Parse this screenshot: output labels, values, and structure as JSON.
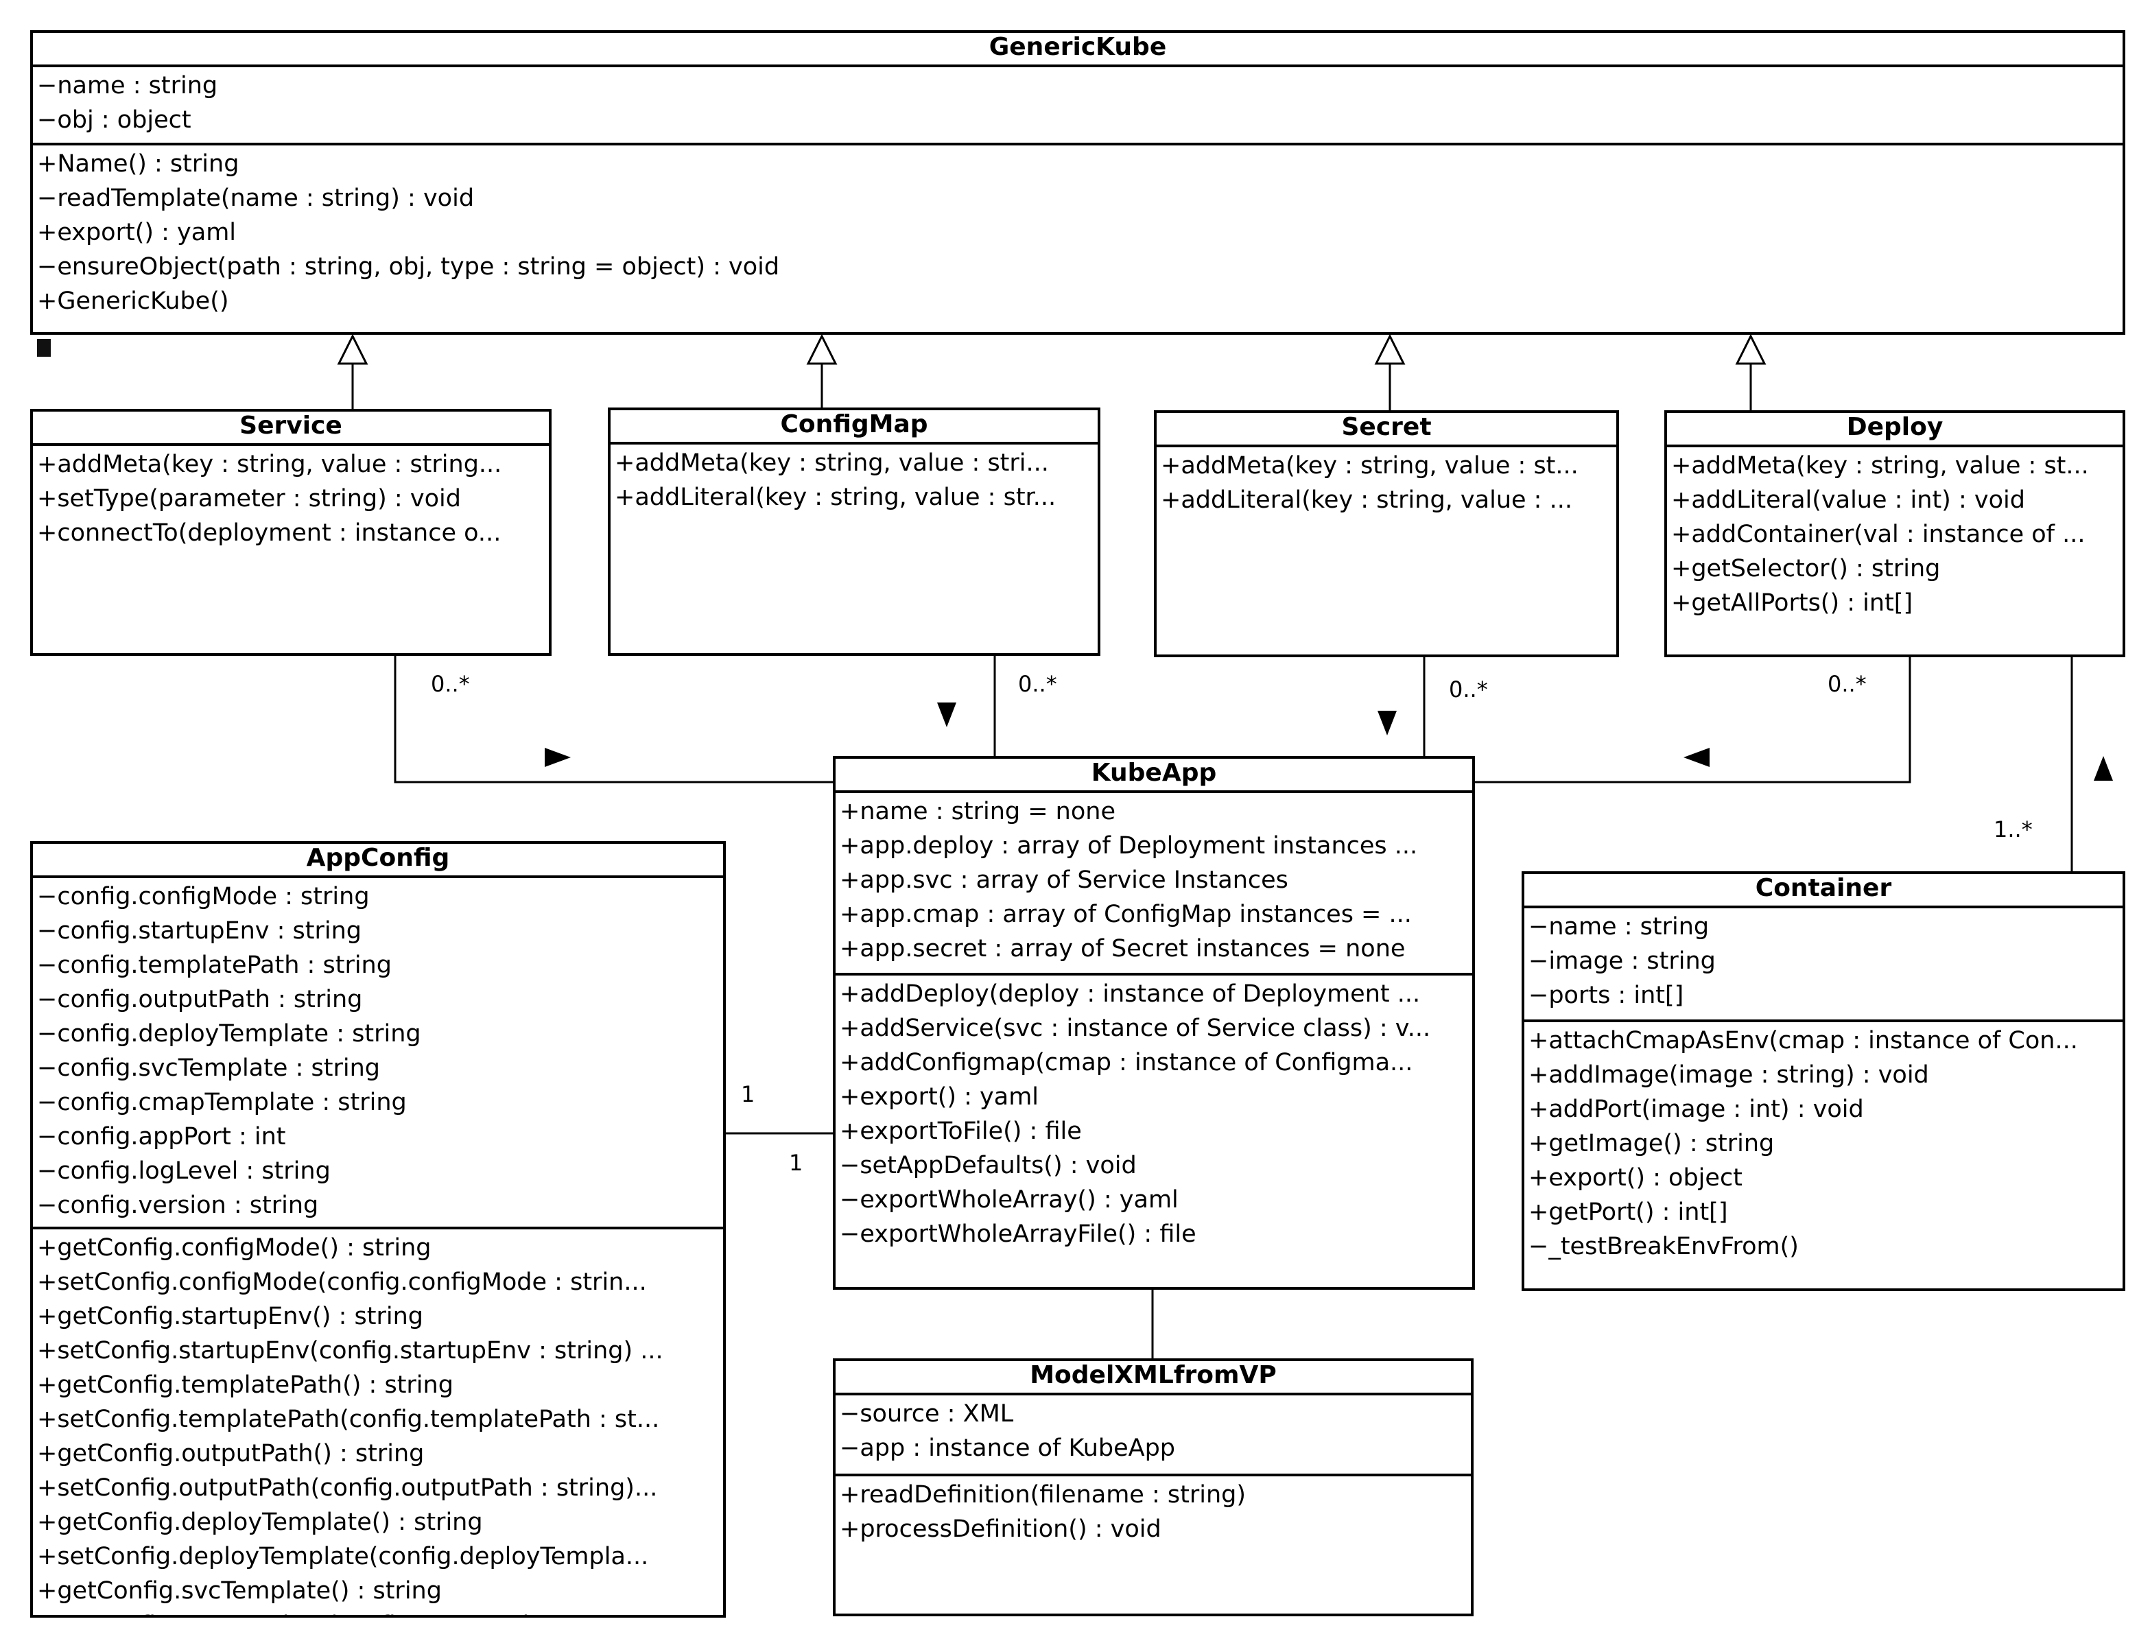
{
  "classes": [
    {
      "id": "generickube",
      "name": "GenericKube",
      "attributes": [
        "−name : string",
        "−obj : object"
      ],
      "operations": [
        "+Name() : string",
        "−readTemplate(name : string) : void",
        "+export() : yaml",
        "−ensureObject(path : string, obj, type : string = object) : void",
        "+GenericKube()"
      ]
    },
    {
      "id": "service",
      "name": "Service",
      "attributes": [],
      "operations": [
        "+addMeta(key : string, value : string...",
        "+setType(parameter : string) : void",
        "+connectTo(deployment : instance o..."
      ]
    },
    {
      "id": "configmap",
      "name": "ConfigMap",
      "attributes": [],
      "operations": [
        "+addMeta(key : string, value : stri...",
        "+addLiteral(key : string, value : str..."
      ]
    },
    {
      "id": "secret",
      "name": "Secret",
      "attributes": [],
      "operations": [
        "+addMeta(key : string, value : st...",
        "+addLiteral(key : string, value : ..."
      ]
    },
    {
      "id": "deploy",
      "name": "Deploy",
      "attributes": [],
      "operations": [
        "+addMeta(key : string, value : st...",
        "+addLiteral(value : int) : void",
        "+addContainer(val : instance of ...",
        "+getSelector() : string",
        "+getAllPorts() : int[]"
      ]
    },
    {
      "id": "kubeapp",
      "name": "KubeApp",
      "attributes": [
        "+name : string = none",
        "+app.deploy : array of Deployment instances ...",
        "+app.svc : array of Service Instances",
        "+app.cmap : array of ConfigMap instances = ...",
        "+app.secret : array of Secret instances = none"
      ],
      "operations": [
        "+addDeploy(deploy : instance of Deployment ...",
        "+addService(svc : instance of Service class) : v...",
        "+addConfigmap(cmap : instance of Configma...",
        "+export() : yaml",
        "+exportToFile() : file",
        "−setAppDefaults() : void",
        "−exportWholeArray() : yaml",
        "−exportWholeArrayFile() : file"
      ]
    },
    {
      "id": "appconfig",
      "name": "AppConfig",
      "attributes": [
        "−config.configMode : string",
        "−config.startupEnv : string",
        "−config.templatePath : string",
        "−config.outputPath : string",
        "−config.deployTemplate : string",
        "−config.svcTemplate : string",
        "−config.cmapTemplate : string",
        "−config.appPort : int",
        "−config.logLevel : string",
        "−config.version : string"
      ],
      "operations": [
        "+getConfig.configMode() : string",
        "+setConfig.configMode(config.configMode : strin...",
        "+getConfig.startupEnv() : string",
        "+setConfig.startupEnv(config.startupEnv : string) ...",
        "+getConfig.templatePath() : string",
        "+setConfig.templatePath(config.templatePath : st...",
        "+getConfig.outputPath() : string",
        "+setConfig.outputPath(config.outputPath : string)...",
        "+getConfig.deployTemplate() : string",
        "+setConfig.deployTemplate(config.deployTempla...",
        "+getConfig.svcTemplate() : string",
        "+setConfig.svcTemplate(config.svcTemplate : st..."
      ]
    },
    {
      "id": "container",
      "name": "Container",
      "attributes": [
        "−name : string",
        "−image : string",
        "−ports : int[]"
      ],
      "operations": [
        "+attachCmapAsEnv(cmap : instance of Con...",
        "+addImage(image : string) : void",
        "+addPort(image : int) : void",
        "+getImage() : string",
        "+export() : object",
        "+getPort() : int[]",
        "−_testBreakEnvFrom()"
      ]
    },
    {
      "id": "modelxml",
      "name": "ModelXMLfromVP",
      "attributes": [
        "−source : XML",
        "−app : instance of KubeApp"
      ],
      "operations": [
        "+readDefinition(filename : string)",
        "+processDefinition() : void"
      ]
    }
  ],
  "multiplicities": {
    "service": "0..*",
    "configmap": "0..*",
    "secret": "0..*",
    "deploy": "0..*",
    "container": "1..*",
    "appconfig_end": "1",
    "kubeapp_end": "1"
  },
  "icons": {
    "note": "document-icon"
  }
}
